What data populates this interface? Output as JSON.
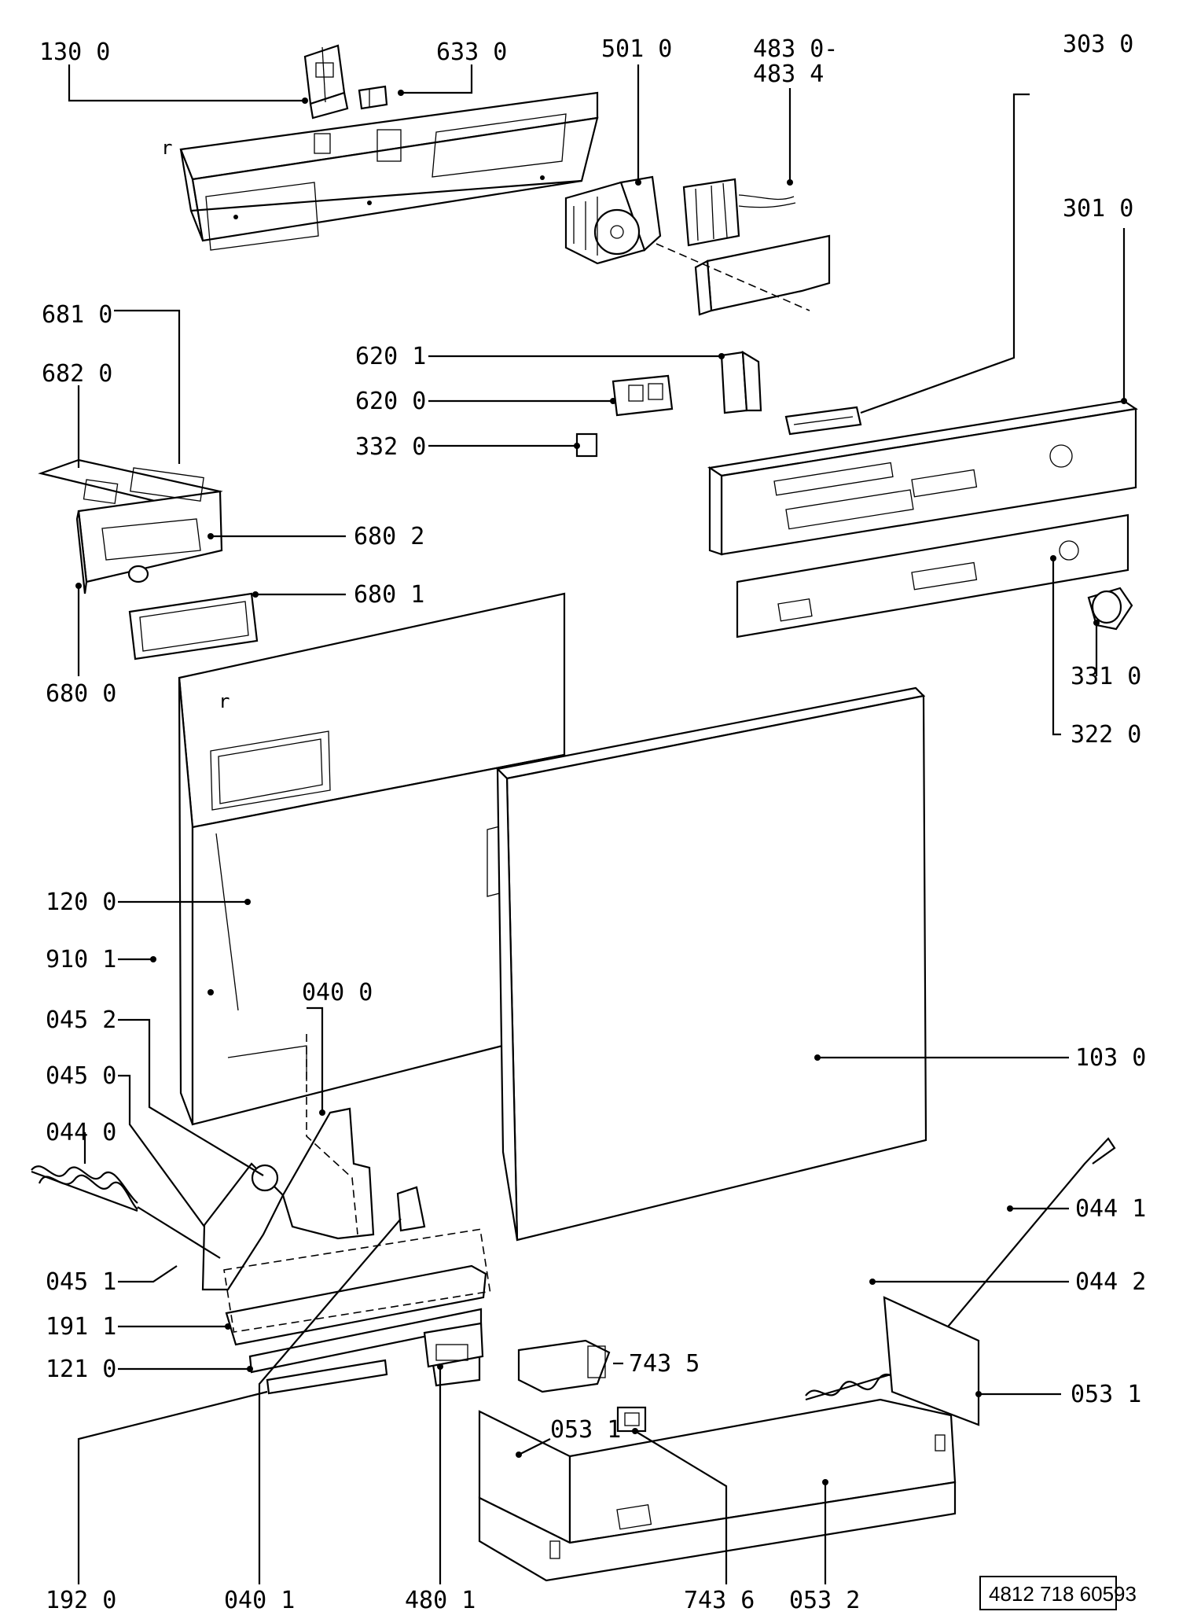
{
  "labels": {
    "p130_0": "130 0",
    "p633_0": "633 0",
    "p501_0": "501 0",
    "p483_0": "483 0-",
    "p483_4": "483 4",
    "p303_0": "303 0",
    "p301_0": "301 0",
    "p681_0": "681 0",
    "p682_0": "682 0",
    "p620_1": "620 1",
    "p620_0": "620 0",
    "p332_0": "332 0",
    "p680_2": "680 2",
    "p680_1": "680 1",
    "p680_0": "680 0",
    "p331_0": "331 0",
    "p322_0": "322 0",
    "p120_0": "120 0",
    "p910_1": "910 1",
    "p040_0": "040 0",
    "p045_2": "045 2",
    "p045_0": "045 0",
    "p103_0": "103 0",
    "p044_0": "044 0",
    "p044_1": "044 1",
    "p045_1": "045 1",
    "p044_2": "044 2",
    "p191_1": "191 1",
    "p121_0": "121 0",
    "p743_5": "743 5",
    "p053_1a": "053 1",
    "p053_1b": "053 1",
    "p192_0": "192 0",
    "p040_1": "040 1",
    "p480_1": "480 1",
    "p743_6": "743 6",
    "p053_2": "053 2"
  },
  "drawing_ref": "4812 718 60593",
  "small_marks": {
    "r1": "r",
    "r2": "r"
  }
}
